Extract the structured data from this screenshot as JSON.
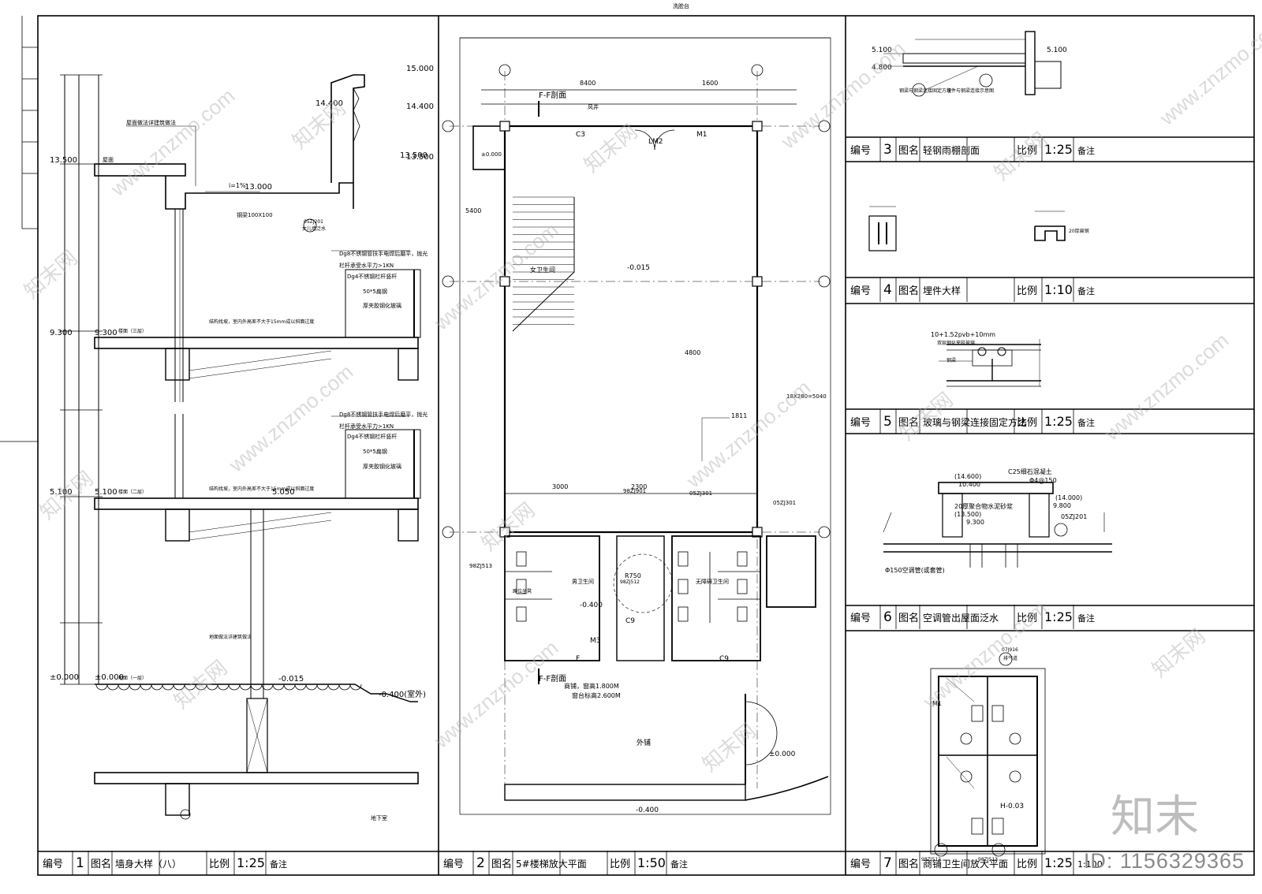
{
  "watermark": {
    "brand": "知末",
    "id_label": "ID: 1156329365",
    "site": "www.znzmo.com",
    "site_cn": "知末网"
  },
  "title_blocks": [
    {
      "label_no": "编号",
      "no": "1",
      "label_name": "图名",
      "name": "墙身大样（八）",
      "label_scale": "比例",
      "scale": "1:25",
      "note": "备注"
    },
    {
      "label_no": "编号",
      "no": "2",
      "label_name": "图名",
      "name": "5#楼梯放大平面",
      "label_scale": "比例",
      "scale": "1:50",
      "note": "备注"
    },
    {
      "label_no": "编号",
      "no": "3",
      "label_name": "图名",
      "name": "轻钢雨棚剖面",
      "label_scale": "比例",
      "scale": "1:25",
      "note": "备注"
    },
    {
      "label_no": "编号",
      "no": "4",
      "label_name": "图名",
      "name": "埋件大样",
      "label_scale": "比例",
      "scale": "1:10",
      "note": "备注"
    },
    {
      "label_no": "编号",
      "no": "5",
      "label_name": "图名",
      "name": "玻璃与钢梁连接固定方法",
      "label_scale": "比例",
      "scale": "1:25",
      "note": "备注"
    },
    {
      "label_no": "编号",
      "no": "6",
      "label_name": "图名",
      "name": "空调管出屋面泛水",
      "label_scale": "比例",
      "scale": "1:25",
      "note": "备注"
    },
    {
      "label_no": "编号",
      "no": "7",
      "label_name": "图名",
      "name": "商铺卫生间放大平面",
      "label_scale": "比例",
      "scale": "1:25",
      "note": "1:100"
    }
  ],
  "section": {
    "elevations": [
      "15.000",
      "14.400",
      "13.500",
      "9.300",
      "5.100",
      "±0.000",
      "13.000",
      "5.050",
      "-0.015",
      "-0.400(室外)"
    ],
    "labels": [
      "屋面做法详建筑做法",
      "屋面",
      "钢梁100X100",
      "05ZJ201",
      "女儿墙泛水",
      "Dg8不锈钢管扶手电焊后磨平，抛光",
      "栏杆承受水平力>1KN",
      "Dg4不锈钢栏杆竖杆",
      "50*5扁钢",
      "厚夹胶钢化玻璃",
      "楼面（三层）",
      "楼面（二层）",
      "地面（一层）",
      "地面做法详建筑做法",
      "地下室",
      "结构找坡，室内外高差不大于15mm成以斜面过度",
      "i=1%"
    ]
  },
  "plan": {
    "dims": [
      "8400",
      "1600",
      "3000",
      "2300",
      "1811",
      "4800",
      "5400"
    ],
    "labels": [
      "C3",
      "LM2",
      "M1",
      "M3",
      "C9",
      "F",
      "F-F剖面",
      "风井",
      "±0.000",
      "-0.015",
      "-0.400",
      "外铺",
      "18X280=5040",
      "女卫生间",
      "男卫生间",
      "无障碍卫生间",
      "98ZJ512",
      "98ZJ513",
      "05ZJ301",
      "98ZJ901",
      "洗脸台",
      "蹲位坐凳",
      "R750",
      "窗台标高2.600M",
      "商铺，窗高1.800M"
    ]
  },
  "details": {
    "d3": [
      "5.100",
      "4.800",
      "5.100",
      "钢梁与钢梁连接固定方法",
      "埋件与钢梁连接示意图"
    ],
    "d4": [
      "20厚扁钢"
    ],
    "d5": [
      "10+1.52pvb+10mm",
      "双层钢化夹胶玻璃",
      "钢梁"
    ],
    "d6": [
      "C25细石混凝土",
      "Φ4@150",
      "(14.600)",
      "10.400",
      "(14.000)",
      "9.800",
      "(13.500)",
      "9.300",
      "20厚聚合物水泥砂浆",
      "05ZJ201",
      "Φ150空调管(或套管)"
    ],
    "d7": [
      "07J916",
      "排气道",
      "98ZJ512",
      "98ZJ513",
      "H-0.03",
      "M1"
    ]
  }
}
